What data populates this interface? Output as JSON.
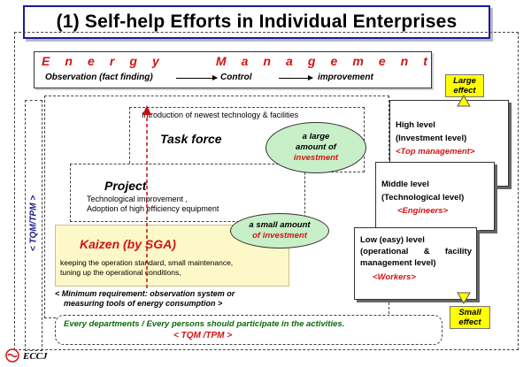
{
  "title": "(1) Self-help Efforts in Individual Enterprises",
  "energy_management": {
    "title_letters": [
      "E",
      "n",
      "e",
      "r",
      "g",
      "y",
      "M",
      "a",
      "n",
      "a",
      "g",
      "e",
      "m",
      "e",
      "n",
      "t"
    ],
    "flow": [
      "Observation (fact finding)",
      "Control",
      "improvement"
    ]
  },
  "tqm_side": "< TQM/TPM >",
  "task_force": {
    "intro": "Introduction of newest technology & facilities",
    "title": "Task force"
  },
  "large_investment": {
    "line1": "a large",
    "line2": "amount of",
    "line3": "investment"
  },
  "project": {
    "title": "Project",
    "line1": "Technological improvement ,",
    "line2": "Adoption of high efficiency equipment"
  },
  "small_investment": {
    "line1": "a small amount",
    "line2": "of investment"
  },
  "kaizen": {
    "title": "Kaizen (by SGA)",
    "line1": "keeping the operation standard,  small maintenance,",
    "line2": "tuning up the operational conditions,"
  },
  "minimum_requirement": {
    "line1": "< Minimum requirement: observation system or",
    "line2": "measuring tools of energy consumption >"
  },
  "levels": [
    {
      "title": "High level",
      "subtitle": "(Investment level)",
      "role": "<Top management>"
    },
    {
      "title": "Middle level",
      "subtitle": "(Technological level)",
      "role": "<Engineers>"
    },
    {
      "title": "Low (easy) level",
      "subtitle": "(operational   &   facility management level)",
      "role": "<Workers>"
    }
  ],
  "large_effect": {
    "line1": "Large",
    "line2": "effect"
  },
  "small_effect": {
    "line1": "Small",
    "line2": "effect"
  },
  "footer_note": "Every departments / Every persons should participate in the activities.",
  "footer_tqm": "< TQM /TPM >",
  "logo_text": "ECCJ",
  "colors": {
    "title_border": "#1a1aa0",
    "red_text": "#d21414",
    "green_text": "#0a6a0a",
    "ellipse_fill": "#c8f0c8",
    "kaizen_fill": "#fdf8c8",
    "callout_fill": "#ffff00"
  }
}
